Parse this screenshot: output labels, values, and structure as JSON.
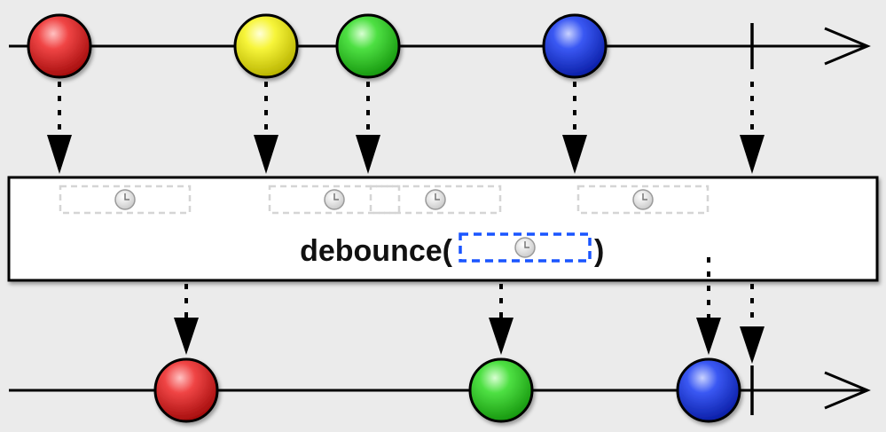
{
  "operator": {
    "name": "debounce(",
    "close_paren": ")",
    "argument_icon": "clock-icon"
  },
  "colors": {
    "background": "#ebebeb",
    "line": "#000000",
    "box_fill": "#ffffff",
    "window_outline": "#d5d5d5",
    "param_outline": "#1a55ff",
    "red": "#e2191b",
    "yellow": "#f5f511",
    "green": "#34d829",
    "blue": "#1a3cf0"
  },
  "input_stream": {
    "items": [
      {
        "color": "red",
        "icon": "red-marble"
      },
      {
        "color": "yellow",
        "icon": "yellow-marble"
      },
      {
        "color": "green",
        "icon": "green-marble"
      },
      {
        "color": "blue",
        "icon": "blue-marble"
      }
    ],
    "completes": true
  },
  "debounce_windows": [
    {
      "icon": "clock-icon"
    },
    {
      "icon": "clock-icon"
    },
    {
      "icon": "clock-icon"
    },
    {
      "icon": "clock-icon"
    }
  ],
  "output_stream": {
    "items": [
      {
        "color": "red",
        "icon": "red-marble"
      },
      {
        "color": "green",
        "icon": "green-marble"
      },
      {
        "color": "blue",
        "icon": "blue-marble"
      }
    ],
    "completes": true
  }
}
